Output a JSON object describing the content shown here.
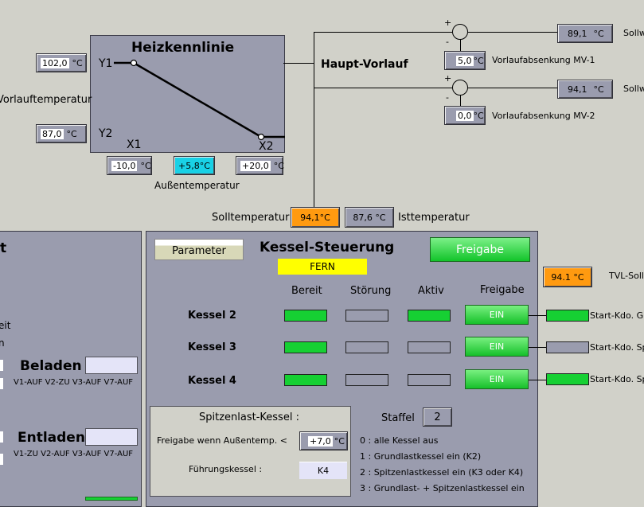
{
  "heizkennlinie": {
    "title": "Heizkennlinie",
    "y1_label": "Y1",
    "y2_label": "Y2",
    "x1_label": "X1",
    "x2_label": "X2",
    "y1_value": "102,0",
    "y2_value": "87,0",
    "x1_value": "-10,0",
    "x_current_value": "+5,8°C",
    "x2_value": "+20,0",
    "unit": "°C",
    "vorlauf_label": "Vorlauftemperatur",
    "aussen_label": "Außentemperatur"
  },
  "haupt_vorlauf": {
    "label": "Haupt-Vorlauf",
    "plus": "+",
    "minus": "-",
    "mv1": {
      "out_value": "89,1",
      "absenkung": "5,0",
      "label": "Vorlaufabsenkung MV-1",
      "right_label": "Sollw"
    },
    "mv2": {
      "out_value": "94,1",
      "absenkung": "0,0",
      "label": "Vorlaufabsenkung MV-2",
      "right_label": "Sollw"
    },
    "unit": "°C"
  },
  "soll_ist": {
    "soll_label": "Solltemperatur",
    "soll_value": "94,1°C",
    "ist_value": "87,6 °C",
    "ist_label": "Isttemperatur"
  },
  "left_panel": {
    "title_fragment": "t",
    "frag1": "eit",
    "frag2": "n",
    "beladen_label": "Beladen",
    "beladen_valves": "V1-AUF V2-ZU V3-AUF V7-AUF",
    "entladen_label": "Entladen",
    "entladen_valves": "V1-ZU V2-AUF V3-AUF V7-AUF"
  },
  "kessel": {
    "parameter_button": "Parameter",
    "title": "Kessel-Steuerung",
    "mode": "FERN",
    "freigabe_button": "Freigabe",
    "tvl_value": "94.1 °C",
    "tvl_label": "TVL-Soll",
    "columns": [
      "Bereit",
      "Störung",
      "Aktiv",
      "Freigabe"
    ],
    "rows": [
      {
        "name": "Kessel 2",
        "bereit": true,
        "stoerung": false,
        "aktiv": true,
        "freigabe": "EIN",
        "start_on": true,
        "start_label": "Start-Kdo. Gr"
      },
      {
        "name": "Kessel 3",
        "bereit": true,
        "stoerung": false,
        "aktiv": false,
        "freigabe": "EIN",
        "start_on": false,
        "start_label": "Start-Kdo. Sp"
      },
      {
        "name": "Kessel 4",
        "bereit": true,
        "stoerung": false,
        "aktiv": false,
        "freigabe": "EIN",
        "start_on": true,
        "start_label": "Start-Kdo. Sp"
      }
    ],
    "spitzen": {
      "title": "Spitzenlast-Kessel :",
      "freigabe_label": "Freigabe wenn Außentemp. <",
      "freigabe_value": "+7,0",
      "freigabe_unit": "°C",
      "fuehrung_label": "Führungskessel :",
      "fuehrung_value": "K4"
    },
    "staffel_label": "Staffel",
    "staffel_value": "2",
    "legend": [
      "0 : alle Kessel aus",
      "1 : Grundlastkessel ein (K2)",
      "2 : Spitzenlastkessel ein (K3 oder K4)",
      "3 : Grundlast- + Spitzenlastkessel ein"
    ]
  },
  "colors": {
    "background": "#d1d1c9",
    "panel": "#9a9cae",
    "green": "#16d033",
    "orange": "#ff9a10",
    "cyan": "#19d1e6",
    "yellow": "#ffff00"
  }
}
